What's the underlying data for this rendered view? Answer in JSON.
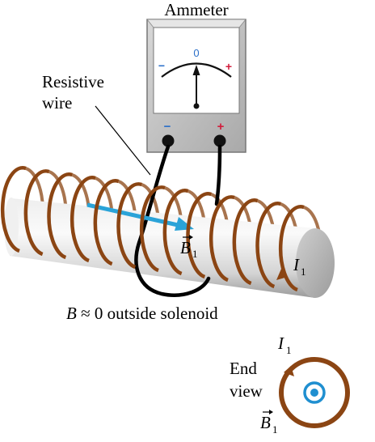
{
  "ammeter": {
    "title": "Ammeter",
    "zero_label": "0",
    "minus_label": "−",
    "plus_label": "+",
    "terminal_minus": "−",
    "terminal_plus": "+"
  },
  "labels": {
    "resistive_line1": "Resistive",
    "resistive_line2": "wire",
    "b1_letter": "B",
    "b1_sub": "1",
    "i1_letter": "I",
    "i1_sub": "1",
    "b_outside_letter": "B",
    "b_outside_rest": " ≈ 0 outside solenoid",
    "end_view_line1": "End",
    "end_view_line2": "view"
  },
  "colors": {
    "coil": "#8b4513",
    "field_arrow": "#2aa3d8",
    "dial_blue": "#2a6fc9",
    "dial_red": "#d21d3c",
    "meter_body": "#c8c8c8",
    "dot_blue": "#1f8fd0"
  }
}
